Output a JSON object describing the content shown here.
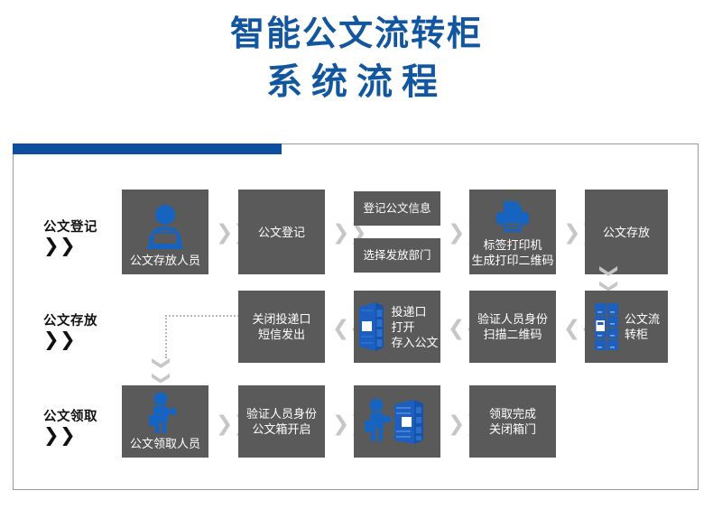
{
  "header": {
    "title_line1": "智能公文流转柜",
    "title_line2": "系统流程",
    "title_color": "#1256a0",
    "accent_bar_color": "#0d4f9e"
  },
  "theme": {
    "card_bg": "#5a5a5a",
    "card_text": "#ffffff",
    "icon_blue": "#1664c0",
    "arrow_grey": "#c6c6c6",
    "frame_border": "#9a9a9a"
  },
  "rows": [
    {
      "label": "公文登记",
      "label_chevron": "❯❯",
      "nodes": [
        {
          "name": "staff-deposit",
          "caption": "公文存放人员",
          "icon": "person-laptop-icon"
        },
        {
          "name": "register-doc",
          "caption": "公文登记",
          "icon": "none"
        },
        {
          "name": "register-info",
          "caption": "登记公文信息",
          "icon": "none"
        },
        {
          "name": "select-dept",
          "caption": "选择发放部门",
          "icon": "none"
        },
        {
          "name": "label-printer",
          "caption": "标签打印机\n生成打印二维码",
          "icon": "printer-icon"
        },
        {
          "name": "doc-storage",
          "caption": "公文存放",
          "icon": "none"
        }
      ]
    },
    {
      "label": "公文存放",
      "label_chevron": "❯❯",
      "nodes": [
        {
          "name": "close-slot-sms",
          "caption": "关闭投递口\n短信发出",
          "icon": "none"
        },
        {
          "name": "slot-open-store",
          "caption": "投递口\n打开\n存入公文",
          "icon": "locker-door-icon"
        },
        {
          "name": "verify-scan-qr",
          "caption": "验证人员身份\n扫描二维码",
          "icon": "none"
        },
        {
          "name": "doc-cabinet",
          "caption": "公文流\n转柜",
          "icon": "locker-grid-icon"
        }
      ]
    },
    {
      "label": "公文领取",
      "label_chevron": "❯❯",
      "nodes": [
        {
          "name": "staff-pickup",
          "caption": "公文领取人员",
          "icon": "person-document-icon"
        },
        {
          "name": "verify-open-box",
          "caption": "验证人员身份\n公文箱开启",
          "icon": "none"
        },
        {
          "name": "person-at-locker",
          "caption": "",
          "icon": "person-locker-icon"
        },
        {
          "name": "pickup-done",
          "caption": "领取完成\n关闭箱门",
          "icon": "none"
        }
      ]
    }
  ],
  "arrows": {
    "right": "❯❯",
    "left": "❮❮",
    "down": "❯❯"
  }
}
